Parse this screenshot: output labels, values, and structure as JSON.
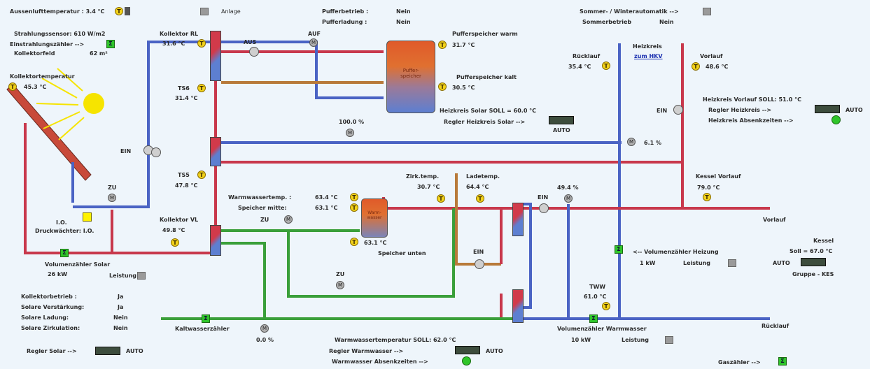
{
  "top": {
    "aussentemp": "Aussenlufttemperatur : 3.4 °C",
    "anlage": "Anlage",
    "pufferbetrieb": "Pufferbetrieb :",
    "pufferladung": "Pufferladung :",
    "pufferbetrieb_val": "Nein",
    "pufferladung_val": "Nein",
    "sommer_winter": "Sommer- / Winterautomatik -->",
    "sommerbetrieb": "Sommerbetrieb",
    "sommerbetrieb_val": "Nein"
  },
  "solar": {
    "strahlungssensor": "Strahlungssensor: 610 W/m2",
    "einstrahlungszaehler": "Einstrahlungszähler -->",
    "kollektorfeld": "Kollektorfeld",
    "kollektorfeld_val": "62 m²",
    "kollektortemp_label": "Kollektortemperatur",
    "kollektortemp_val": "45.3 °C",
    "kollektor_rl_label": "Kollektor RL",
    "kollektor_rl_val": "31.6 °C",
    "aus": "AUS",
    "auf": "AUF",
    "ts6_label": "TS6",
    "ts6_val": "31.4 °C",
    "ein": "EIN",
    "ts5_label": "TS5",
    "ts5_val": "47.8 °C",
    "zu": "ZU",
    "io": "I.O.",
    "druckwaechter": "Druckwächter: I.O.",
    "kollektor_vl_label": "Kollektor VL",
    "kollektor_vl_val": "49.8 °C",
    "vol_solar": "Volumenzähler Solar",
    "leistung_val": "26 kW",
    "leistung": "Leistung",
    "status": [
      {
        "label": "Kollektorbetrieb :",
        "value": "Ja"
      },
      {
        "label": "Solare Verstärkung:",
        "value": "Ja"
      },
      {
        "label": "Solare Ladung:",
        "value": "Nein"
      },
      {
        "label": "Solare Zirkulation:",
        "value": "Nein"
      }
    ],
    "regler_solar": "Regler Solar -->",
    "auto": "AUTO"
  },
  "puffer": {
    "warm_label": "Pufferspeicher warm",
    "warm_val": "31.7 °C",
    "kalt_label": "Pufferspeicher kalt",
    "kalt_val": "30.5 °C",
    "tank_text": "Puffer- speicher",
    "hk_solar_soll": "Heizkreis Solar SOLL = 60.0 °C",
    "regler_hk_solar": "Regler Heizkreis Solar -->",
    "auto": "AUTO",
    "valve_pct": "100.0 %"
  },
  "heizkreis": {
    "ruecklauf_label": "Rücklauf",
    "ruecklauf_val": "35.4 °C",
    "heizkreis_label": "Heizkreis",
    "heizkreis_link": "zum HKV",
    "vorlauf_label": "Vorlauf",
    "vorlauf_val": "48.6 °C",
    "ein": "EIN",
    "vl_soll": "Heizkreis Vorlauf SOLL: 51.0 °C",
    "regler_hk": "Regler Heizkreis -->",
    "hk_absenk": "Heizkreis Absenkzeiten -->",
    "auto": "AUTO",
    "valve_pct": "6.1 %",
    "kessel_vorlauf_label": "Kessel Vorlauf",
    "kessel_vorlauf_val": "79.0 °C",
    "vorlauf_out": "Vorlauf"
  },
  "warmwasser": {
    "zirk_label": "Zirk.temp.",
    "zirk_val": "30.7 °C",
    "lade_label": "Ladetemp.",
    "lade_val": "64.4 °C",
    "ww_temp_label": "Warmwassertemp. :",
    "ww_temp_val": "63.4 °C",
    "sp_mitte_label": "Speicher mitte:",
    "sp_mitte_val": "63.1 °C",
    "zu": "ZU",
    "sp_unten_val": "63.1 °C",
    "sp_unten_label": "Speicher unten",
    "tank_text": "Warm- wasser",
    "ein": "EIN",
    "ein2": "EIN",
    "pump_pct": "49.4 %",
    "zu2": "ZU",
    "kaltwasserzaehler": "Kaltwasserzähler",
    "pct_zero": "0.0 %",
    "ww_soll": "Warmwassertemperatur SOLL: 62.0 °C",
    "regler_ww": "Regler Warmwasser -->",
    "ww_absenk": "Warmwasser Absenkzeiten -->",
    "auto": "AUTO",
    "tww_label": "TWW",
    "tww_val": "61.0 °C",
    "vol_ww": "Volumenzähler Warmwasser",
    "vol_ww_kw": "10 kW",
    "leistung": "Leistung"
  },
  "kessel": {
    "vol_hz": "<-- Volumenzähler Heizung",
    "kw": "1 kW",
    "leistung": "Leistung",
    "title": "Kessel",
    "soll": "Soll = 67.0 °C",
    "auto": "AUTO",
    "gruppe": "Gruppe - KES",
    "ruecklauf_out": "Rücklauf",
    "gaszaehler": "Gaszähler -->"
  },
  "colors": {
    "hot": "#c8384c",
    "cold": "#4a63c4",
    "water": "#3a9f3a",
    "brown": "#b87a3a",
    "sun": "#f6e400"
  }
}
